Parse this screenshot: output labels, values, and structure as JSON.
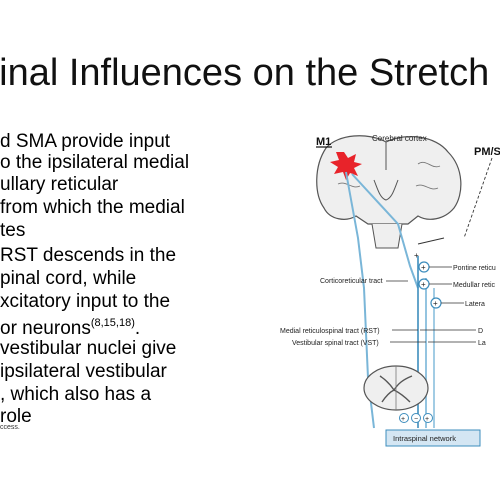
{
  "slide": {
    "title": "pinal Influences on the Stretch R",
    "bullets": [
      {
        "text": "d SMA provide input"
      },
      {
        "text": "o the ipsilateral medial"
      },
      {
        "text": "ullary reticular"
      },
      {
        "text": "from which the medial"
      },
      {
        "text": "tes"
      },
      {
        "text": "RST descends in the"
      },
      {
        "text": "pinal cord, while"
      },
      {
        "text": "xcitatory input to the"
      },
      {
        "text": "or neurons",
        "sup": "(8,15,18)",
        "after": "."
      },
      {
        "text": "vestibular nuclei give"
      },
      {
        "text": "ipsilateral vestibular"
      },
      {
        "text": ", which also has a"
      },
      {
        "text": "role"
      }
    ],
    "caption": "ccess."
  },
  "diagram": {
    "labels": {
      "m1": "M1",
      "cerebral_cortex": "Cerebral cortex",
      "pm": "PM/S",
      "corticoreticular": "Corticoreticular tract",
      "pontine": "Pontine reticu",
      "medullar": "Medullar retic",
      "lateral": "Latera",
      "medial_rst": "Medial reticulospinal tract (RST)",
      "vst": "Vestibular spinal tract (VST)",
      "d_label": "D",
      "la_label": "La",
      "intraspinal": "Intraspinal network"
    },
    "signs": {
      "plus": "+",
      "minus": "−"
    },
    "colors": {
      "tract": "#7ab6d8",
      "tract_dark": "#3d8dbd",
      "lesion": "#e8232a",
      "brain_fill": "#efefef",
      "brain_stroke": "#555555",
      "box_fill": "#d4e6f3",
      "box_stroke": "#3d8dbd"
    }
  }
}
